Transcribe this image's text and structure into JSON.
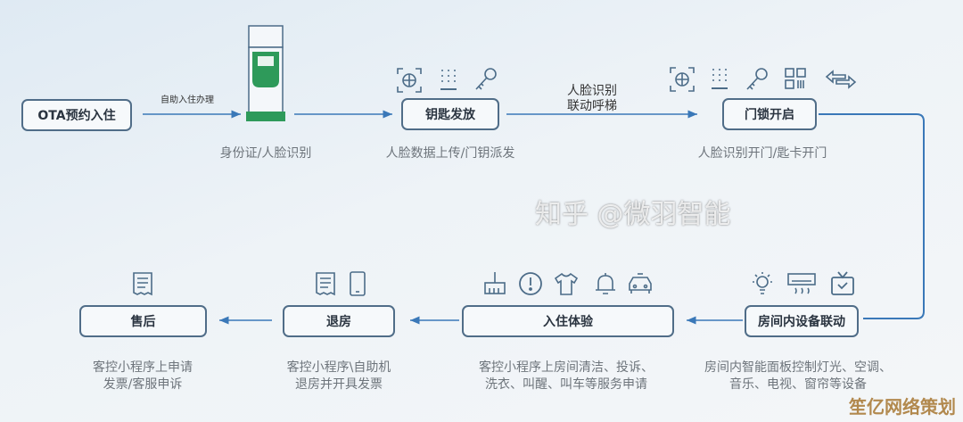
{
  "nodes": {
    "ota": "OTA预约入住",
    "key": "钥匙发放",
    "lock": "门锁开启",
    "device": "房间内设备联动",
    "stay": "入住体验",
    "checkout": "退房",
    "aftersale": "售后"
  },
  "edge_labels": {
    "self_checkin": "自助入住办理",
    "face_line1": "人脸识别",
    "face_line2": "联动呼梯"
  },
  "captions": {
    "kiosk": "身份证/人脸识别",
    "key": "人脸数据上传/门钥派发",
    "lock": "人脸识别开门/匙卡开门",
    "device_1": "房间内智能面板控制灯光、空调、",
    "device_2": "音乐、电视、窗帘等设备",
    "stay_1": "客控小程序上房间清洁、投诉、",
    "stay_2": "洗衣、叫醒、叫车等服务申请",
    "checkout_1": "客控小程序\\自助机",
    "checkout_2": "退房并开具发票",
    "aftersale_1": "客控小程序上申请",
    "aftersale_2": "发票/客服申诉"
  },
  "watermarks": {
    "zhihu": "知乎 @微羽智能",
    "corner": "笙亿网络策划"
  },
  "colors": {
    "arrow": "#3a78b8",
    "border": "#506d88",
    "kiosk": "#2e9a5a"
  }
}
